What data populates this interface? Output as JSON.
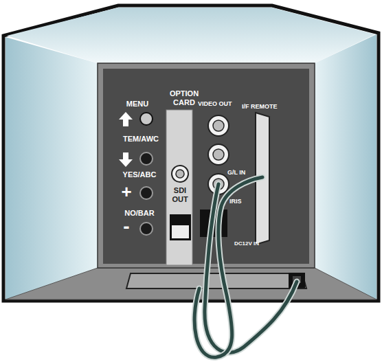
{
  "diagram": {
    "labels": [
      "MENU",
      "OPTION CARD",
      "VIDEO OUT",
      "I/F REMOTE",
      "TEM/AWC",
      "G/L IN",
      "YES/ABC",
      "+",
      "SDI OUT",
      "IRIS",
      "NO/BAR",
      "-",
      "DC12V IN"
    ]
  }
}
